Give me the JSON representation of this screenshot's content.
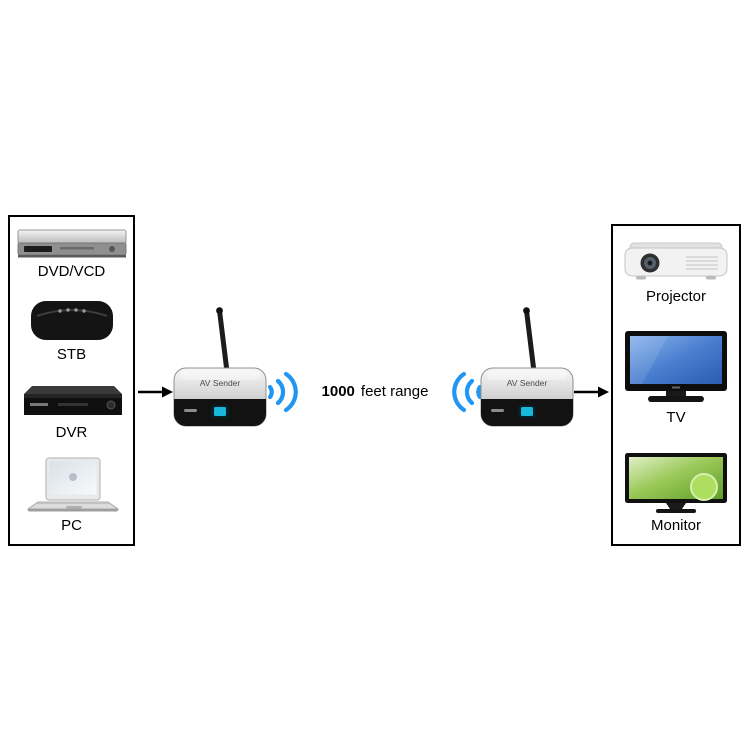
{
  "diagram": {
    "range": {
      "value": "1000",
      "unit": "feet range"
    },
    "sources": {
      "items": [
        {
          "label": "DVD/VCD"
        },
        {
          "label": "STB"
        },
        {
          "label": "DVR"
        },
        {
          "label": "PC"
        }
      ]
    },
    "destinations": {
      "items": [
        {
          "label": "Projector"
        },
        {
          "label": "TV"
        },
        {
          "label": "Monitor"
        }
      ]
    },
    "transmitter": {
      "label": "AV Sender"
    },
    "receiver": {
      "label": "AV Sender"
    },
    "colors": {
      "wifi_blue": "#2196f3",
      "arrow_black": "#000000",
      "box_border": "#000000"
    }
  }
}
